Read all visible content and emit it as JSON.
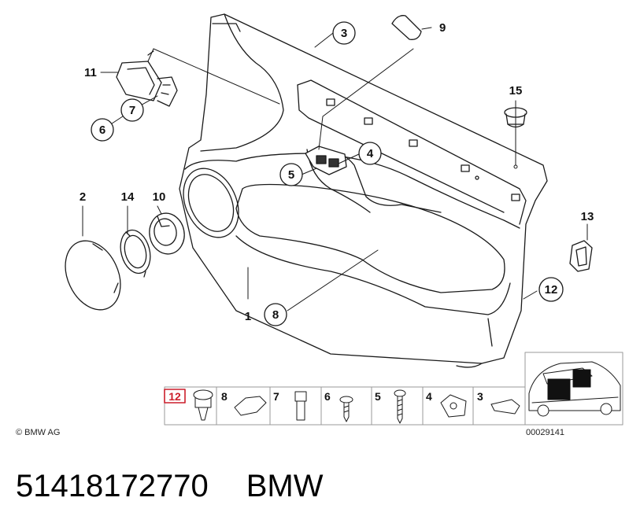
{
  "callouts": [
    {
      "id": "3",
      "label": "3"
    },
    {
      "id": "9",
      "label": "9"
    },
    {
      "id": "11",
      "label": "11"
    },
    {
      "id": "7",
      "label": "7"
    },
    {
      "id": "6",
      "label": "6"
    },
    {
      "id": "15",
      "label": "15"
    },
    {
      "id": "4",
      "label": "4"
    },
    {
      "id": "5",
      "label": "5"
    },
    {
      "id": "2",
      "label": "2"
    },
    {
      "id": "14",
      "label": "14"
    },
    {
      "id": "10",
      "label": "10"
    },
    {
      "id": "13",
      "label": "13"
    },
    {
      "id": "12",
      "label": "12"
    },
    {
      "id": "1",
      "label": "1"
    },
    {
      "id": "8",
      "label": "8"
    }
  ],
  "strip": {
    "items": [
      "12",
      "8",
      "7",
      "6",
      "5",
      "4",
      "3"
    ]
  },
  "copyright": "© BMW AG",
  "drawing_number": "00029141",
  "footer": {
    "part_number": "51418172770",
    "brand": "BMW"
  },
  "colors": {
    "line": "#1a1a1a",
    "highlight_box": "#cc1f2b",
    "black_panel": "#111111"
  }
}
